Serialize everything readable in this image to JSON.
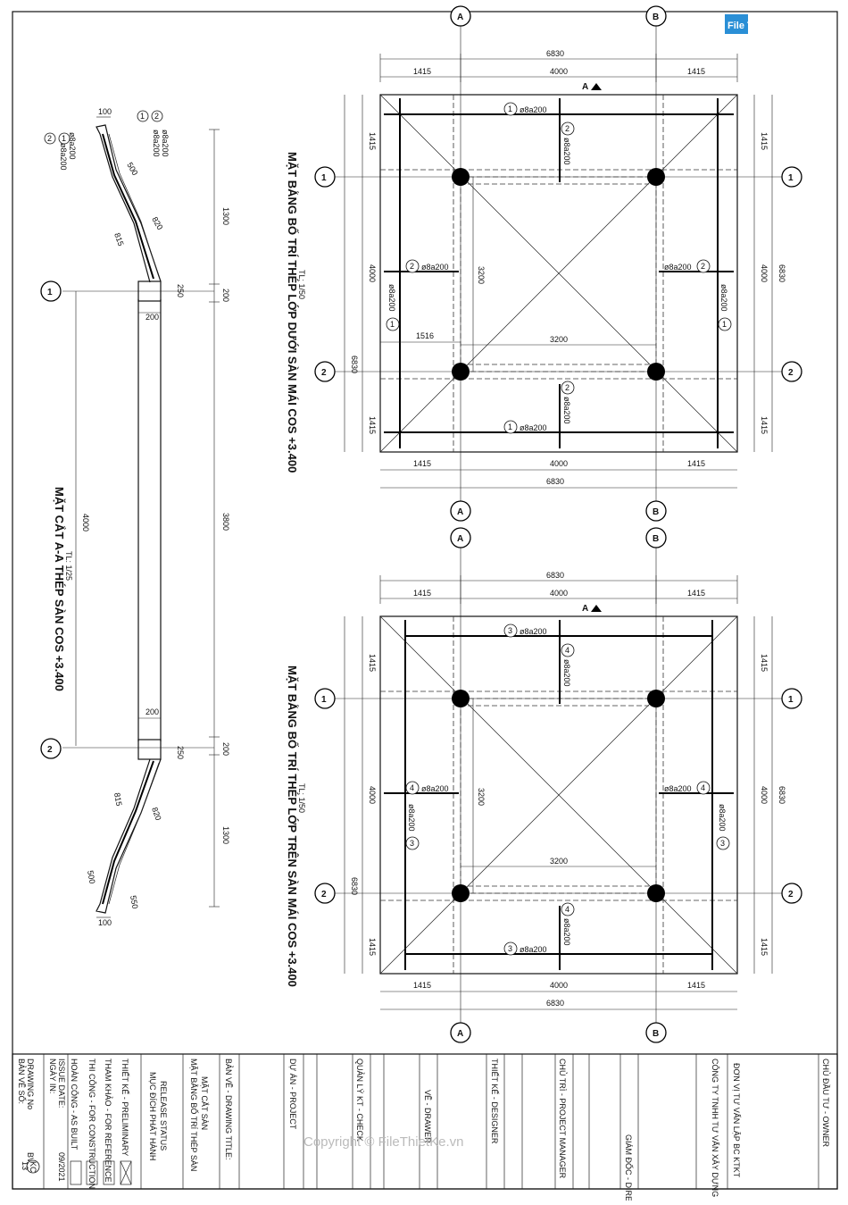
{
  "watermark_logo": "File Thiết Kế.vn",
  "copyright": "Copyright © FileThietKe.vn",
  "grid": {
    "A": "A",
    "B": "B",
    "r1": "1",
    "r2": "2"
  },
  "dims": {
    "total": "6830",
    "edge": "1415",
    "mid": "4000",
    "col": "3200",
    "d1516": "1516",
    "d1300": "1300",
    "d200": "200",
    "d3800": "3800",
    "d4000": "4000",
    "d250": "250",
    "d100": "100",
    "d820": "820",
    "d815": "815",
    "d550": "550",
    "d500": "500"
  },
  "rebar": {
    "r1": "1",
    "r2": "2",
    "r3": "3",
    "r4": "4",
    "spec": "ø8a200",
    "dirA": "A"
  },
  "plan_bottom": {
    "title": "MẶT BẰNG BỐ TRÍ THÉP LỚP DƯỚI SÀN MÁI COS +3.400",
    "scale": "TL: 1/50"
  },
  "plan_top": {
    "title": "MẶT BẰNG BỐ TRÍ THÉP LỚP TRÊN SÀN MÁI COS +3.400",
    "scale": "TL: 1/50"
  },
  "section": {
    "title": "MẶT CẮT A-A THÉP SÀN COS +3.400",
    "scale": "TL: 1/25"
  },
  "titleblock": {
    "owner": "CHỦ ĐẦU TƯ - OWNER",
    "consult1": "ĐƠN VỊ TƯ VẤN LẬP BC KTKT",
    "consult2": "CÔNG TY TNHH TƯ VẤN XÂY DỰNG",
    "director": "GIÁM ĐỐC - DIRECTOR",
    "pm": "CHỦ TRÌ - PROJECT MANAGER",
    "designer": "THIẾT KẾ - DESIGNER",
    "drawer": "VẼ - DRAWER",
    "check": "QUẢN LÝ KT - CHECK",
    "project": "DỰ ÁN - PROJECT",
    "dtitle_label": "BẢN VẼ - DRAWING TITLE:",
    "dtitle1": "MẶT BẰNG BỐ TRÍ THÉP SÀN",
    "dtitle2": "MẶT CẮT SÀN",
    "purpose1": "MỤC ĐÍCH PHÁT HÀNH",
    "purpose2": "RELEASE STATUS",
    "s1": "THIẾT KẾ - PRELIMINARY",
    "s2": "THAM KHẢO - FOR REFERENCE",
    "s3": "THI CÔNG - FOR CONSTRUCTION",
    "s4": "HOÀN CÔNG - AS BUILT",
    "date_label1": "NGÀY IN:",
    "date_label2": "ISSUE DATE:",
    "date": "09/2021",
    "no_label1": "BẢN VẼ SỐ:",
    "no_label2": "DRAWING No",
    "no_prefix": "BV",
    "no_kc": "KC",
    "no_num": "13"
  }
}
